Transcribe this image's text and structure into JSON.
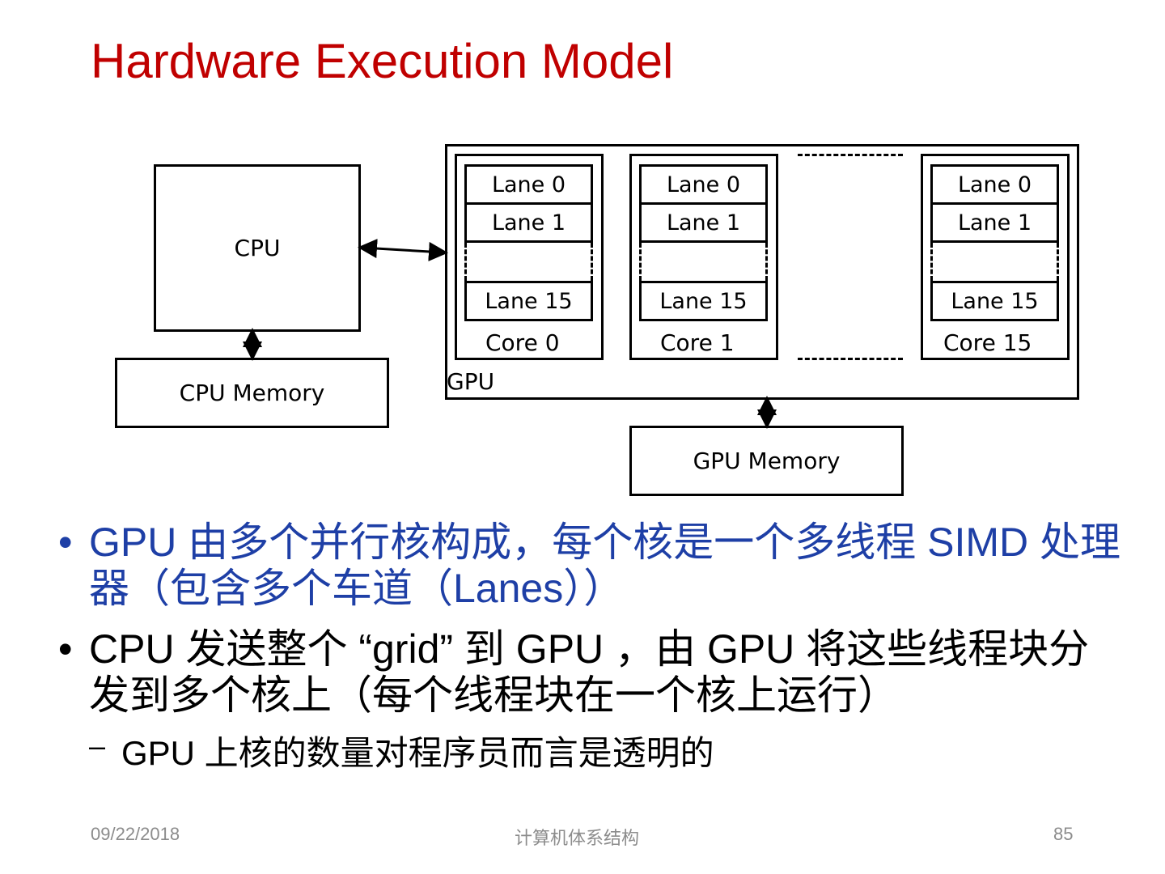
{
  "title": "Hardware Execution Model",
  "diagram": {
    "cpu_label": "CPU",
    "cpu_memory_label": "CPU Memory",
    "gpu_label": "GPU",
    "gpu_memory_label": "GPU Memory",
    "cores": [
      {
        "name": "Core 0",
        "lanes": [
          "Lane 0",
          "Lane 1",
          "Lane 15"
        ]
      },
      {
        "name": "Core 1",
        "lanes": [
          "Lane 0",
          "Lane 1",
          "Lane 15"
        ]
      },
      {
        "name": "Core 15",
        "lanes": [
          "Lane 0",
          "Lane 1",
          "Lane 15"
        ]
      }
    ]
  },
  "bullets": [
    {
      "text": "GPU 由多个并行核构成，每个核是一个多线程 SIMD 处理器（包含多个车道（Lanes））",
      "color": "#1e3fa6"
    },
    {
      "text": "CPU 发送整个 “grid” 到 GPU ，由 GPU 将这些线程块分发到多个核上（每个线程块在一个核上运行）",
      "color": "#000000"
    }
  ],
  "sub_bullet": "GPU 上核的数量对程序员而言是透明的",
  "footer": {
    "date": "09/22/2018",
    "center": "计算机体系结构",
    "page": "85"
  }
}
